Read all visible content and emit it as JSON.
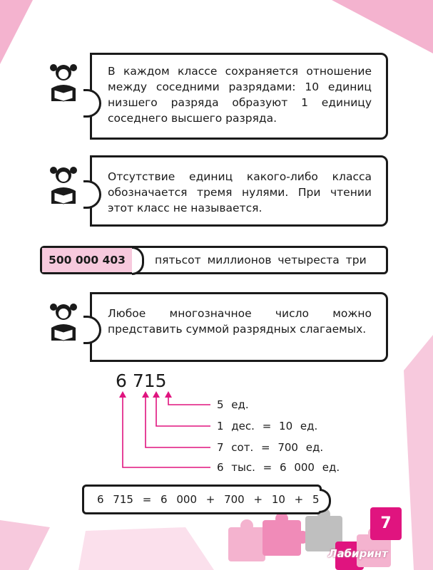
{
  "rules": [
    {
      "text": "В каждом классе сохраняется отношение между соседними разрядами: 10 единиц низшего разряда образуют 1 единицу соседнего высшего разряда."
    },
    {
      "text": "Отсутствие единиц какого-либо класса обозначается тремя нулями. При чте­нии этот класс не называется."
    },
    {
      "text": "Любое многозначное число можно представить суммой разрядных сла­гаемых."
    }
  ],
  "example": {
    "number": "500 000 403",
    "words": "пятьсот миллионов четыреста три"
  },
  "breakdown": {
    "number": "6  715",
    "lines": [
      "5 ед.",
      "1 дес. = 10 ед.",
      "7 сот. = 700 ед.",
      "6 тыс. = 6 000 ед."
    ],
    "sum": "6 715 = 6 000 + 700 + 10 + 5"
  },
  "page_number": "7",
  "watermark": "Лабиринт",
  "colors": {
    "accent": "#e0147f",
    "pink_light": "#f7c9dd",
    "pink_deco": "#f4b3cf"
  },
  "icons": [
    "girl-reading-icon",
    "arrow-up-icon",
    "puzzle-piece-icon"
  ]
}
